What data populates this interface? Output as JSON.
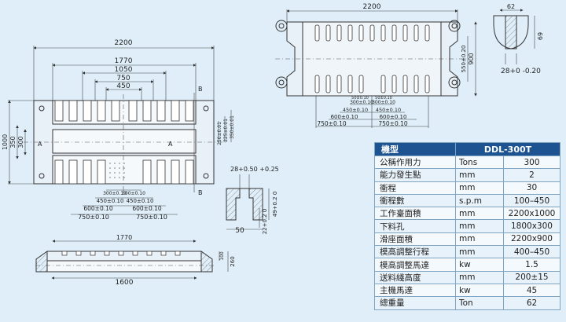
{
  "top_view": {
    "dims": [
      "2200",
      "1770",
      "1050",
      "750",
      "450"
    ],
    "side_dims": [
      "1000",
      "350",
      "300"
    ],
    "vert_dims": [
      "250±0.01",
      "225±0.01",
      "350±0.01"
    ],
    "section_labels": [
      "B",
      "B",
      "A",
      "A"
    ],
    "bottom_dims": [
      "300±0.10",
      "300±0.10",
      "450±0.10",
      "450±0.10",
      "600±0.10",
      "600±0.10",
      "750±0.10",
      "750±0.10"
    ]
  },
  "slide_view": {
    "dims": [
      "2200",
      "900",
      "550±0.20"
    ],
    "top_small": [
      "50±0.10",
      "50±0.10"
    ],
    "bottom_dims": [
      "300±0.10",
      "300±0.10",
      "450±0.10",
      "450±0.10",
      "600±0.10",
      "600±0.10",
      "750±0.10",
      "750±0.10"
    ]
  },
  "slot_detail": {
    "dims": [
      "28+0.50 +0.25",
      "49+0.2 0",
      "22+0.2 0",
      "50"
    ]
  },
  "tslot_detail": {
    "dims": [
      "62",
      "69",
      "28+0 -0.20"
    ]
  },
  "front_view": {
    "dims": [
      "1770",
      "1600",
      "100",
      "260"
    ]
  },
  "spec": {
    "header": [
      "機型",
      "DDL-300T"
    ],
    "rows": [
      [
        "公稱作用力",
        "Tons",
        "300"
      ],
      [
        "能力發生點",
        "mm",
        "2"
      ],
      [
        "衝程",
        "mm",
        "30"
      ],
      [
        "衝程數",
        "s.p.m",
        "100–450"
      ],
      [
        "工作臺面積",
        "mm",
        "2200x1000"
      ],
      [
        "下料孔",
        "mm",
        "1800x300"
      ],
      [
        "滑座面積",
        "mm",
        "2200x900"
      ],
      [
        "模高調整行程",
        "mm",
        "400–450"
      ],
      [
        "模高調整馬達",
        "kw",
        "1.5"
      ],
      [
        "送料綫高度",
        "mm",
        "200±15"
      ],
      [
        "主機馬達",
        "kw",
        "45"
      ],
      [
        "總重量",
        "Ton",
        "62"
      ]
    ]
  }
}
